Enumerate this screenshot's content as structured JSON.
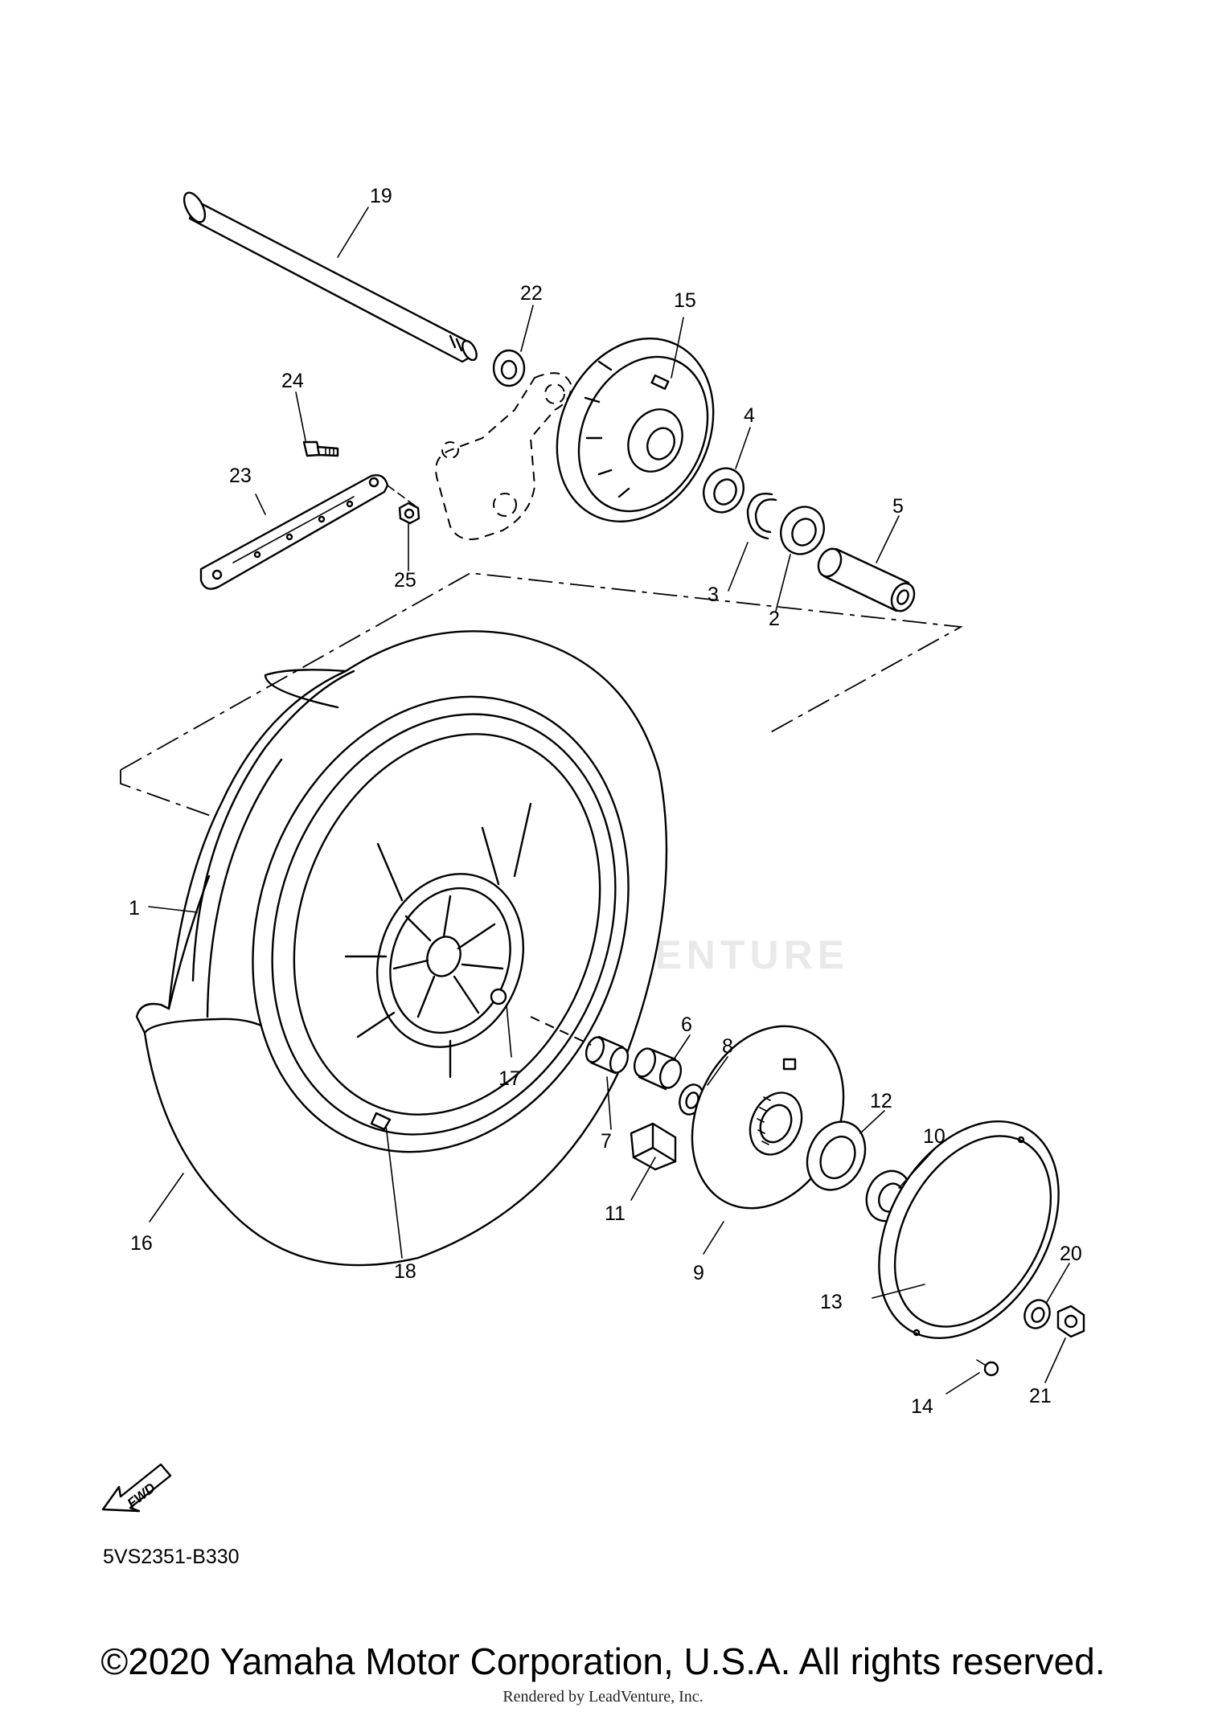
{
  "diagram": {
    "code": "5VS2351-B330",
    "fwd_label": "FWD",
    "watermark": "LEADVENTURE",
    "callouts": [
      {
        "id": "1",
        "label": "1"
      },
      {
        "id": "2",
        "label": "2"
      },
      {
        "id": "3",
        "label": "3"
      },
      {
        "id": "4",
        "label": "4"
      },
      {
        "id": "5",
        "label": "5"
      },
      {
        "id": "6",
        "label": "6"
      },
      {
        "id": "7",
        "label": "7"
      },
      {
        "id": "8",
        "label": "8"
      },
      {
        "id": "9",
        "label": "9"
      },
      {
        "id": "10",
        "label": "10"
      },
      {
        "id": "11",
        "label": "11"
      },
      {
        "id": "12",
        "label": "12"
      },
      {
        "id": "13",
        "label": "13"
      },
      {
        "id": "14",
        "label": "14"
      },
      {
        "id": "15",
        "label": "15"
      },
      {
        "id": "16",
        "label": "16"
      },
      {
        "id": "17",
        "label": "17"
      },
      {
        "id": "18",
        "label": "18"
      },
      {
        "id": "19",
        "label": "19"
      },
      {
        "id": "20",
        "label": "20"
      },
      {
        "id": "21",
        "label": "21"
      },
      {
        "id": "22",
        "label": "22"
      },
      {
        "id": "23",
        "label": "23"
      },
      {
        "id": "24",
        "label": "24"
      },
      {
        "id": "25",
        "label": "25"
      }
    ]
  },
  "footer": {
    "copyright": "©2020 Yamaha Motor Corporation, U.S.A. All rights reserved.",
    "rendered_by": "Rendered by LeadVenture, Inc."
  }
}
